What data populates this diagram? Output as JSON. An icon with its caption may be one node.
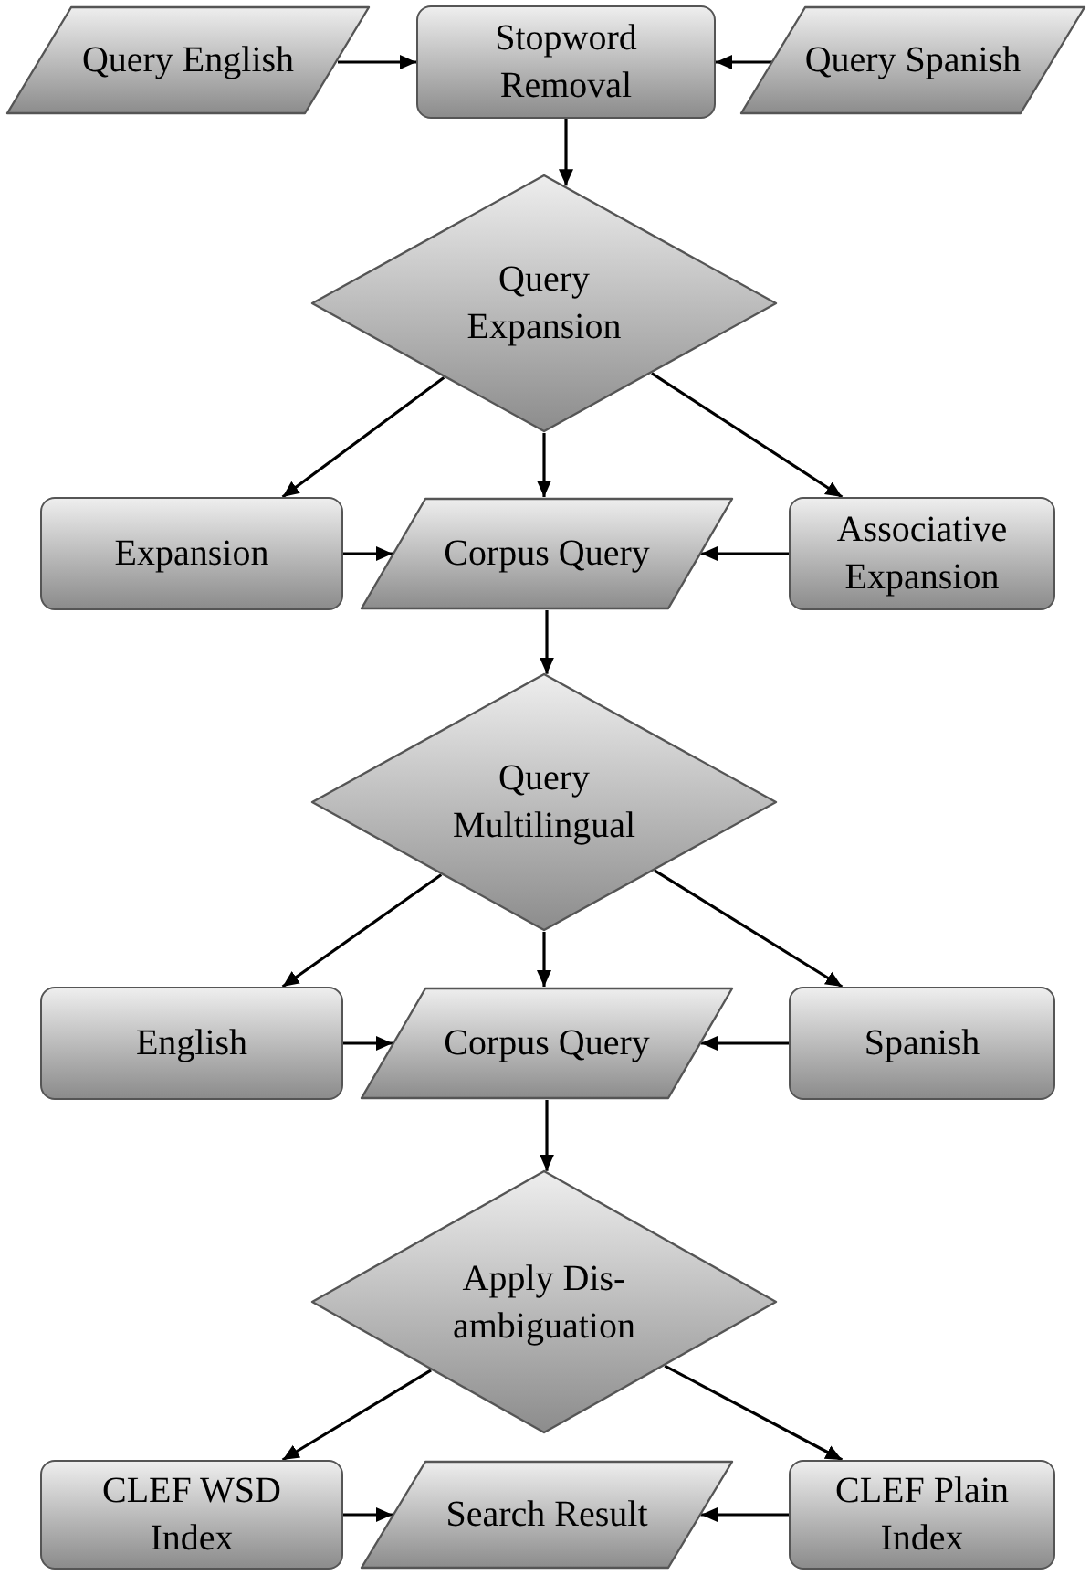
{
  "diagram": {
    "nodes": [
      {
        "text": [
          "Query English"
        ]
      },
      {
        "text": [
          "Stopword Removal"
        ]
      },
      {
        "text": [
          "Query Spanish"
        ]
      },
      {
        "text": [
          "Query Expansion"
        ]
      },
      {
        "text": [
          "Expansion"
        ]
      },
      {
        "text": [
          "Corpus Query"
        ]
      },
      {
        "text": [
          "Associative Expansion"
        ]
      },
      {
        "text": [
          "Query Multilingual"
        ]
      },
      {
        "text": [
          "English"
        ]
      },
      {
        "text": [
          "Corpus Query"
        ]
      },
      {
        "text": [
          "Spanish"
        ]
      },
      {
        "text": [
          "Apply Dis- ambiguation"
        ]
      },
      {
        "text": [
          "CLEF WSD Index"
        ]
      },
      {
        "text": [
          "Search Result"
        ]
      },
      {
        "text": [
          "CLEF Plain Index"
        ]
      }
    ],
    "edges": [
      {
        "from": 0,
        "to": 1,
        "arrow": "to"
      },
      {
        "from": 2,
        "to": 1,
        "arrow": "to"
      },
      {
        "from": 1,
        "to": 3,
        "arrow": "to"
      },
      {
        "from": 3,
        "to": 4,
        "arrow": "to"
      },
      {
        "from": 3,
        "to": 5,
        "arrow": "to"
      },
      {
        "from": 3,
        "to": 6,
        "arrow": "to"
      },
      {
        "from": 4,
        "to": 5,
        "arrow": "to"
      },
      {
        "from": 6,
        "to": 5,
        "arrow": "to"
      },
      {
        "from": 5,
        "to": 7,
        "arrow": "to"
      },
      {
        "from": 7,
        "to": 8,
        "arrow": "to"
      },
      {
        "from": 7,
        "to": 9,
        "arrow": "to"
      },
      {
        "from": 7,
        "to": 10,
        "arrow": "to"
      },
      {
        "from": 8,
        "to": 9,
        "arrow": "to"
      },
      {
        "from": 10,
        "to": 9,
        "arrow": "to"
      },
      {
        "from": 9,
        "to": 11,
        "arrow": "to"
      },
      {
        "from": 11,
        "to": 12,
        "arrow": "to"
      },
      {
        "from": 11,
        "to": 14,
        "arrow": "to"
      },
      {
        "from": 12,
        "to": 13,
        "arrow": "to"
      },
      {
        "from": 14,
        "to": 13,
        "arrow": "to"
      }
    ]
  }
}
